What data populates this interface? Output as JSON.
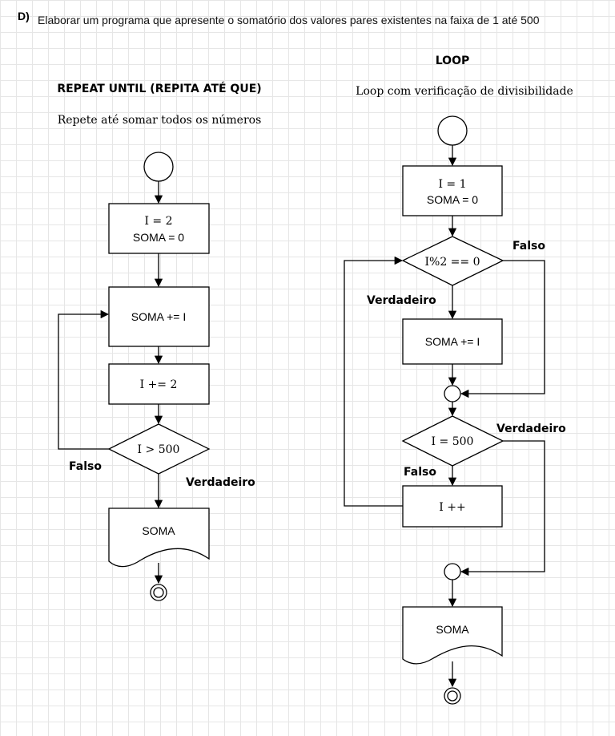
{
  "header": {
    "label": "D)",
    "title": "Elaborar um programa que apresente o somatório dos valores pares existentes na faixa de 1 até 500"
  },
  "left": {
    "heading": "REPEAT UNTIL (REPITA ATÉ QUE)",
    "subtitle": "Repete até somar todos os números",
    "init_line1": "I = 2",
    "init_line2": "SOMA = 0",
    "sum_step": "SOMA += I",
    "inc_step": "I += 2",
    "condition": "I > 500",
    "false_label": "Falso",
    "true_label": "Verdadeiro",
    "output": "SOMA"
  },
  "right": {
    "heading": "LOOP",
    "subtitle": "Loop com verificação de divisibilidade",
    "init_line1": "I = 1",
    "init_line2": "SOMA = 0",
    "condition1": "I%2 == 0",
    "cond1_false": "Falso",
    "cond1_true": "Verdadeiro",
    "sum_step": "SOMA += I",
    "condition2": "I = 500",
    "cond2_true": "Verdadeiro",
    "cond2_false": "Falso",
    "inc_step": "I ++",
    "output": "SOMA"
  }
}
